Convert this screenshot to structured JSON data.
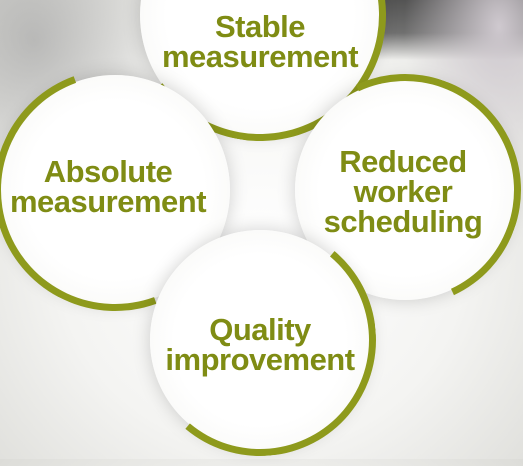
{
  "diagram": {
    "accent_color": "#8e9a1c",
    "text_color": "#7f8c14",
    "nodes": [
      {
        "id": "stable",
        "lines": [
          "Stable",
          "measurement"
        ]
      },
      {
        "id": "absolute",
        "lines": [
          "Absolute",
          "measurement"
        ]
      },
      {
        "id": "reduced",
        "lines": [
          "Reduced",
          "worker",
          "scheduling"
        ]
      },
      {
        "id": "quality",
        "lines": [
          "Quality",
          "improvement"
        ]
      }
    ]
  }
}
